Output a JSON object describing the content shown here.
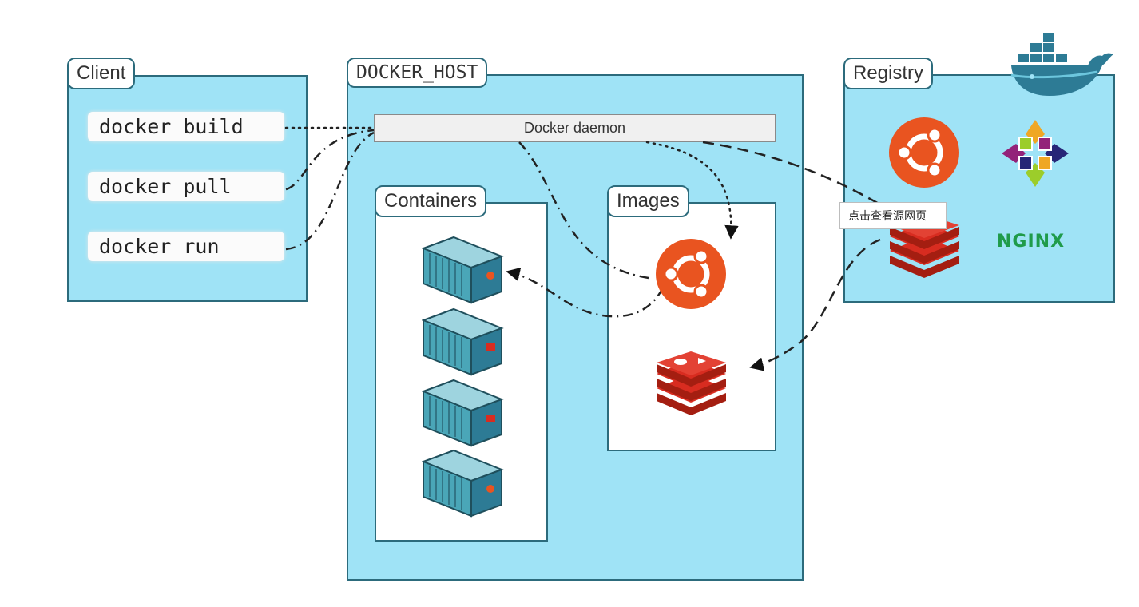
{
  "client": {
    "title": "Client",
    "commands": [
      "docker build",
      "docker pull",
      "docker run"
    ]
  },
  "host": {
    "title": "DOCKER_HOST",
    "daemon_label": "Docker daemon",
    "containers_title": "Containers",
    "images_title": "Images"
  },
  "registry": {
    "title": "Registry",
    "nginx_label": "NGINX"
  },
  "tooltip": {
    "text": "点击查看源网页"
  },
  "colors": {
    "panel": "#9fe3f6",
    "border": "#2c6b7c",
    "ubuntu": "#e95420",
    "redis": "#d82c20",
    "nginx": "#1f9b4a",
    "container": "#4aa6b8"
  },
  "icons": [
    "docker-whale-icon",
    "ubuntu-icon",
    "centos-icon",
    "redis-icon",
    "nginx-logo",
    "container-icon"
  ]
}
